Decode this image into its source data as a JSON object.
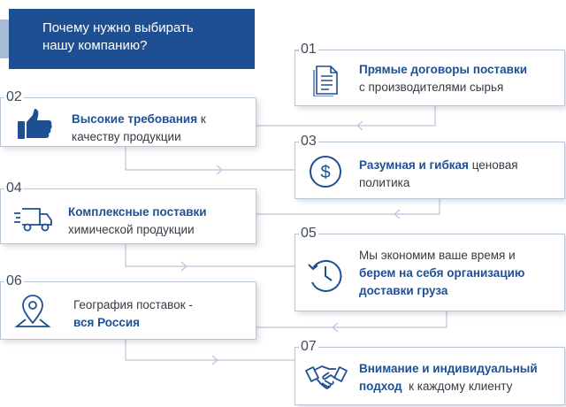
{
  "header": {
    "line1": "Почему нужно выбирать",
    "line2": "нашу компанию?"
  },
  "items": [
    {
      "num": "01",
      "icon": "document-icon",
      "bold": "Прямые договоры поставки",
      "text": "с производителями сырья"
    },
    {
      "num": "02",
      "icon": "thumbs-up-icon",
      "bold": "Высокие требования",
      "text_inline": " к",
      "text": "качеству продукции"
    },
    {
      "num": "03",
      "icon": "dollar-coin-icon",
      "bold": "Разумная и гибкая",
      "text_inline": " ценовая",
      "text": "политика"
    },
    {
      "num": "04",
      "icon": "delivery-truck-icon",
      "bold": "Комплексные поставки",
      "text": "химической продукции"
    },
    {
      "num": "05",
      "icon": "clock-icon",
      "text_first": "Мы экономим ваше время и",
      "bold": "берем на себя организацию",
      "bold2": "доставки груза"
    },
    {
      "num": "06",
      "icon": "map-pin-icon",
      "text_first": "География поставок -",
      "bold": "вся Россия"
    },
    {
      "num": "07",
      "icon": "handshake-icon",
      "bold": "Внимание и индивидуальный",
      "bold2": "подход",
      "text_inline": "  к каждому клиенту"
    }
  ],
  "colors": {
    "brand_blue": "#1f4f93",
    "border": "#b9c6d6",
    "header_shadow": "#a9bdd6"
  }
}
